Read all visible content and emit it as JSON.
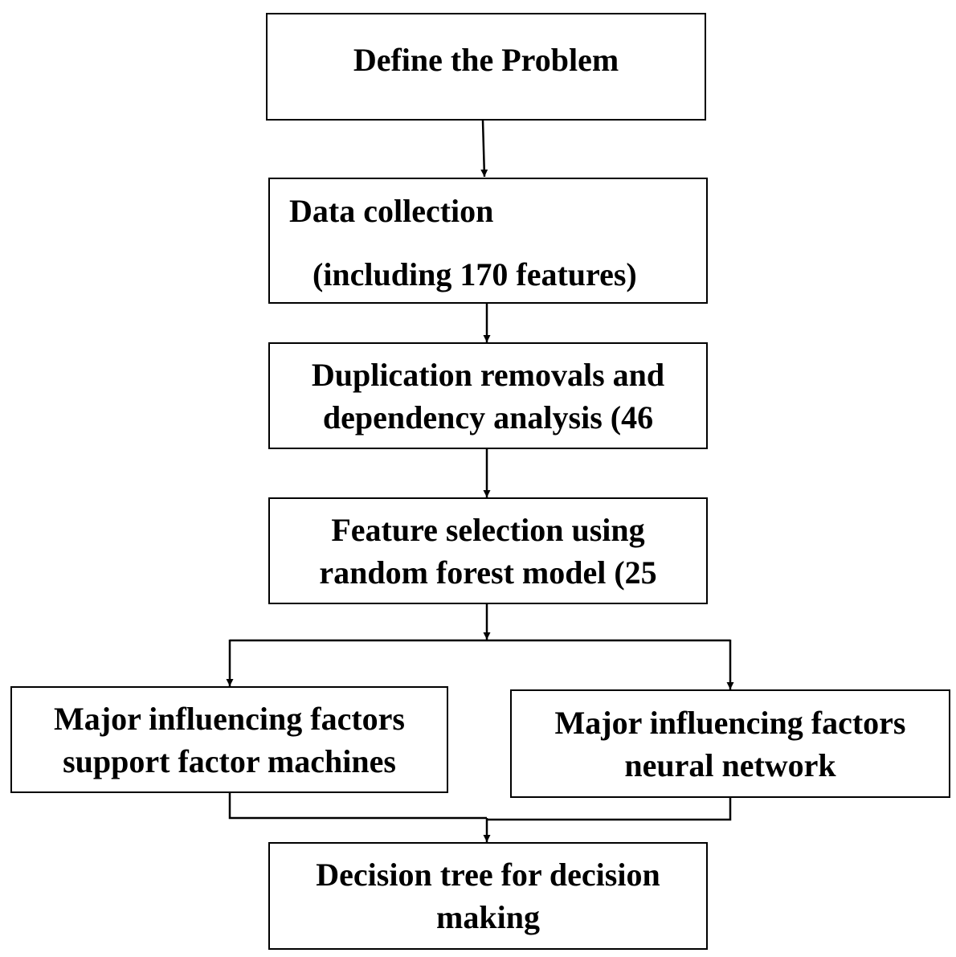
{
  "boxes": {
    "define_problem": {
      "line1": "Define the Problem"
    },
    "data_collection": {
      "line1": "Data collection",
      "line2": "(including 170 features)"
    },
    "duplication_removal": {
      "line1": "Duplication removals and",
      "line2": "dependency analysis (46"
    },
    "feature_selection": {
      "line1": "Feature selection using",
      "line2": "random forest model (25"
    },
    "svm_factors": {
      "line1": "Major influencing factors",
      "line2": "support factor machines"
    },
    "nn_factors": {
      "line1": "Major influencing factors",
      "line2": "neural network"
    },
    "decision_tree": {
      "line1": "Decision tree for decision",
      "line2": "making"
    }
  }
}
